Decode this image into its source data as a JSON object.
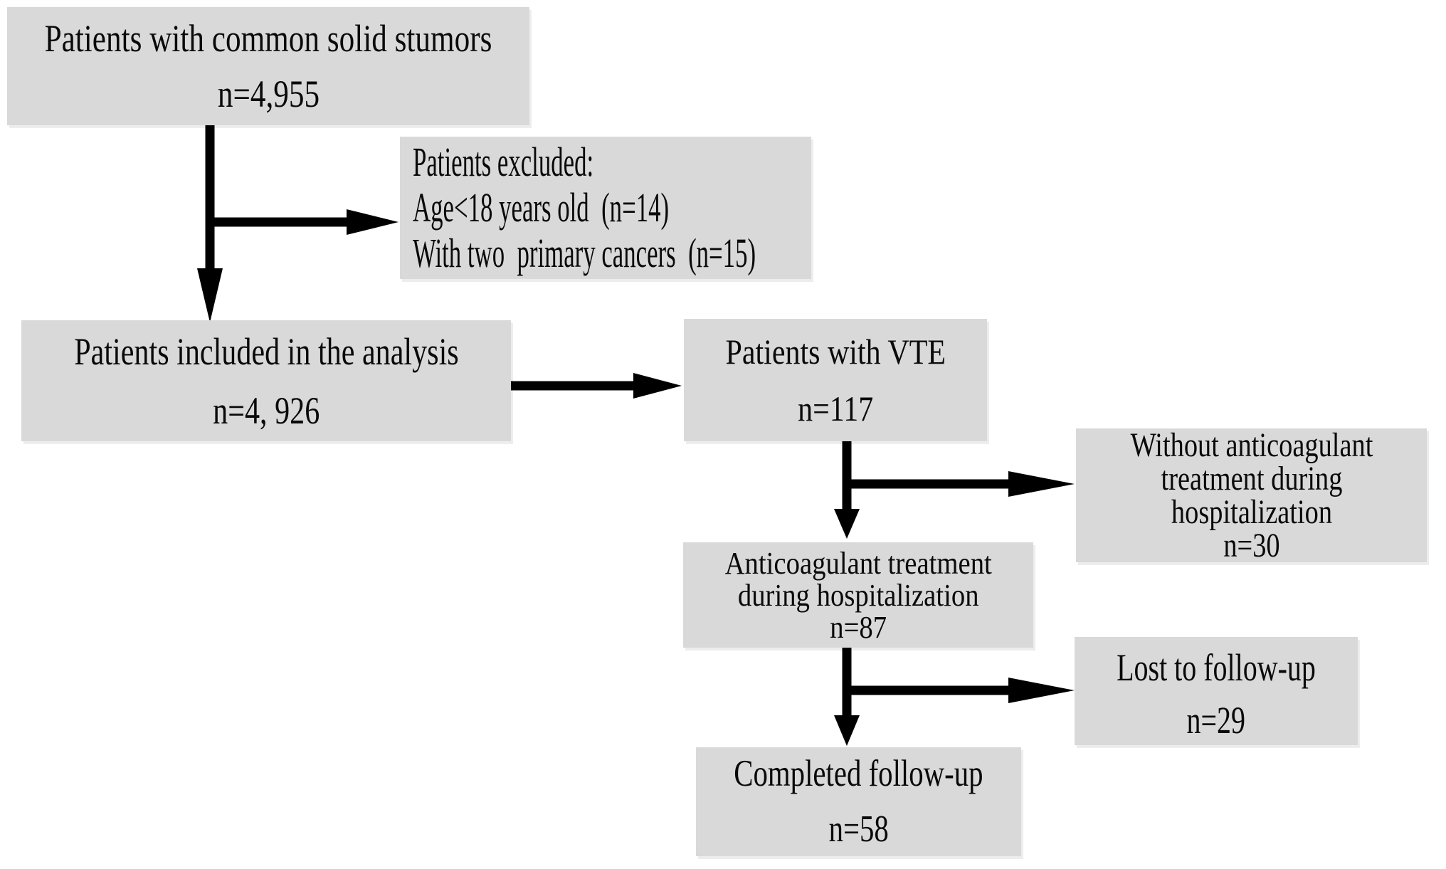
{
  "figure": {
    "type": "patient-flow-diagram",
    "background_color": "#ffffff",
    "box_fill_color": "#d9d9d9",
    "arrow_color": "#000000",
    "text_color": "#0a0a0a"
  },
  "nodes": {
    "solid_tumors": {
      "title": "Patients with common solid stumors",
      "count": "n=4,955"
    },
    "excluded": {
      "text": "Patients excluded:\nAge<18 years old  (n=14)\nWith two  primary cancers  (n=15)"
    },
    "included": {
      "title": "Patients included in the analysis",
      "count": "n=4, 926"
    },
    "vte": {
      "title": "Patients with VTE",
      "count": "n=117"
    },
    "without_anticoagulant": {
      "text": "Without anticoagulant\ntreatment during\nhospitalization\nn=30"
    },
    "anticoagulant": {
      "text": "Anticoagulant treatment\nduring hospitalization\nn=87"
    },
    "lost_followup": {
      "title": "Lost to follow-up",
      "count": "n=29"
    },
    "completed_followup": {
      "title": "Completed follow-up",
      "count": "n=58"
    }
  }
}
